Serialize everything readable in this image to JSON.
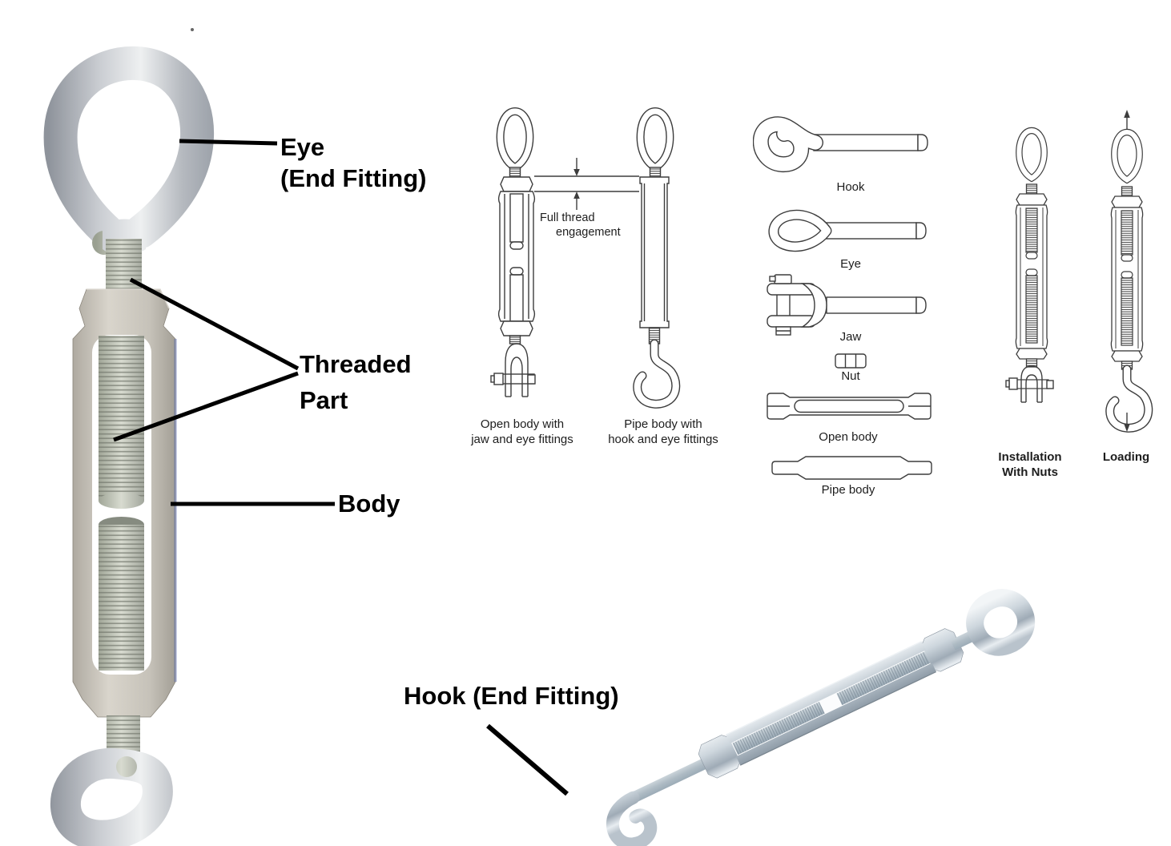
{
  "photo_labels": {
    "eye": {
      "line1": "Eye",
      "line2": "(End Fitting)"
    },
    "threaded": {
      "line1": "Threaded",
      "line2": "Part"
    },
    "body": "Body",
    "hook": "Hook (End Fitting)"
  },
  "diagram": {
    "full_thread": {
      "line1": "Full thread",
      "line2": "engagement"
    },
    "captions": {
      "open_body": {
        "line1": "Open body with",
        "line2": "jaw and eye fittings"
      },
      "pipe_body": {
        "line1": "Pipe body with",
        "line2": "hook and eye fittings"
      }
    },
    "components": {
      "hook": "Hook",
      "eye": "Eye",
      "jaw": "Jaw",
      "nut": "Nut",
      "open_body": "Open body",
      "pipe_body": "Pipe body"
    },
    "right_column": {
      "installation": {
        "line1": "Installation",
        "line2": "With Nuts"
      },
      "loading": "Loading"
    }
  },
  "colors": {
    "background": "#ffffff",
    "line_art": "#3d3d3d",
    "caption_text": "#1d1d1d",
    "label_text": "#000000",
    "annotation_line": "#000000",
    "photo_metal_light": "#eef0f1",
    "photo_metal_dark": "#8e939b",
    "photo_chrome_light": "#f2f5f7",
    "photo_chrome_dark": "#9fabb6"
  }
}
